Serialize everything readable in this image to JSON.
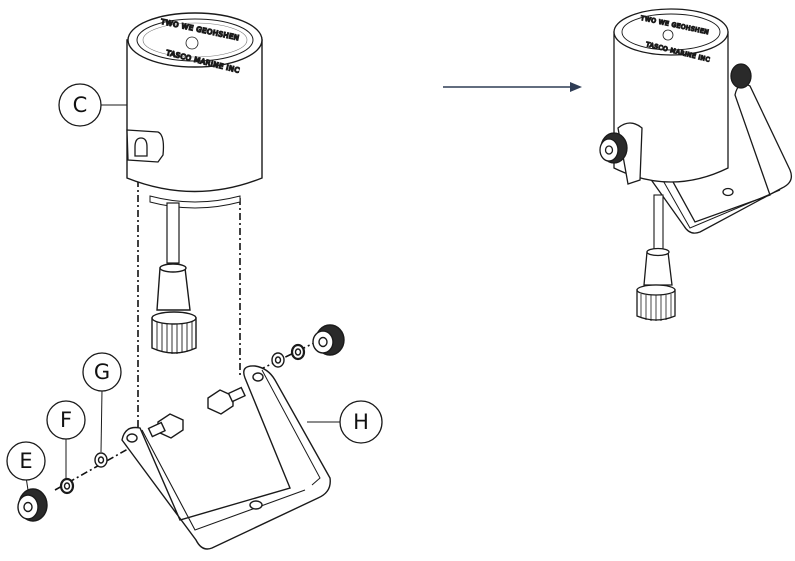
{
  "callouts": {
    "c": "C",
    "e": "E",
    "f": "F",
    "g": "G",
    "h": "H"
  },
  "cap_text": {
    "top": "TWO WE GEOHSHEN",
    "bottom": "TASCO MARINE INC"
  },
  "colors": {
    "line": "#1a1a1a",
    "arrow": "#2f3d55",
    "knob": "#2a2a2a",
    "fill": "#ffffff"
  }
}
